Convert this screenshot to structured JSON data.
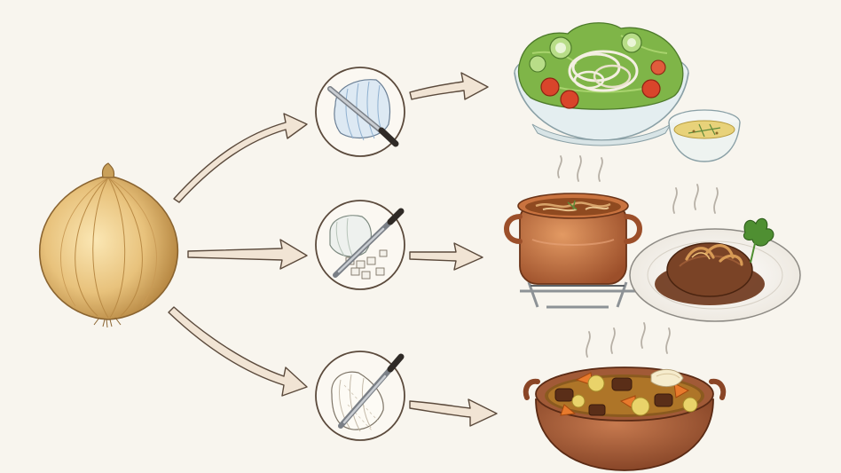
{
  "diagram": {
    "source": {
      "name": "onion",
      "icon": "whole-onion-icon"
    },
    "branches": [
      {
        "id": "slice",
        "cut_icon": "sliced-onion-knife-icon",
        "dishes": [
          {
            "name": "salad",
            "icon": "salad-bowl-icon"
          },
          {
            "name": "dressing",
            "icon": "dressing-cup-icon"
          }
        ]
      },
      {
        "id": "dice",
        "cut_icon": "diced-onion-knife-icon",
        "dishes": [
          {
            "name": "soup",
            "icon": "soup-pot-icon"
          },
          {
            "name": "hamburg-steak",
            "icon": "hamburg-steak-plate-icon"
          }
        ]
      },
      {
        "id": "wedge",
        "cut_icon": "wedge-cut-onion-knife-icon",
        "dishes": [
          {
            "name": "curry-stew",
            "icon": "stew-pot-icon"
          }
        ]
      }
    ]
  },
  "colors": {
    "background": "#f8f5ee",
    "arrow": "#f1e4d4",
    "arrow_outline": "#5b4a3c",
    "onion": "#e8c27c",
    "copper": "#b8643a",
    "clay": "#a15a37",
    "lettuce": "#7fb548",
    "tomato": "#d9452b",
    "sauce": "#6b3418"
  }
}
